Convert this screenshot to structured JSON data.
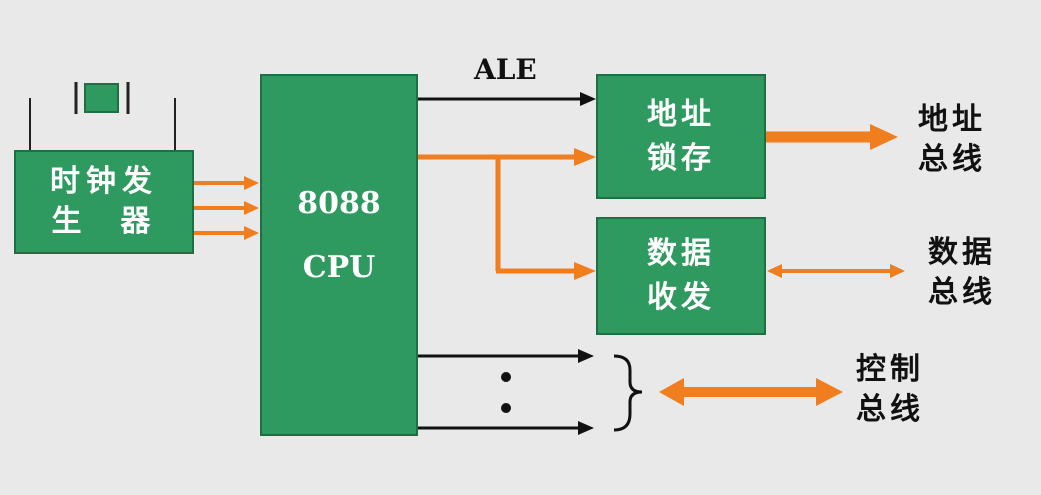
{
  "colors": {
    "background": "#e9e9e9",
    "block_fill": "#2e9a5f",
    "block_border": "#1f6f44",
    "bus_arrow": "#f07d1e",
    "signal_line": "#111111"
  },
  "clock": {
    "line1": "时钟发",
    "line2": "生  器"
  },
  "cpu": {
    "model": "8088",
    "name": "CPU"
  },
  "ale_label": "ALE",
  "latch": {
    "line1": "地址",
    "line2": "锁存"
  },
  "transceiver": {
    "line1": "数据",
    "line2": "收发"
  },
  "buses": {
    "address": {
      "line1": "地址",
      "line2": "总线"
    },
    "data": {
      "line1": "数据",
      "line2": "总线"
    },
    "control": {
      "line1": "控制",
      "line2": "总线"
    }
  },
  "icons": {
    "crystal": "crystal-oscillator-icon",
    "ellipsis": "vertical-ellipsis-icon",
    "brace": "right-brace-icon"
  }
}
